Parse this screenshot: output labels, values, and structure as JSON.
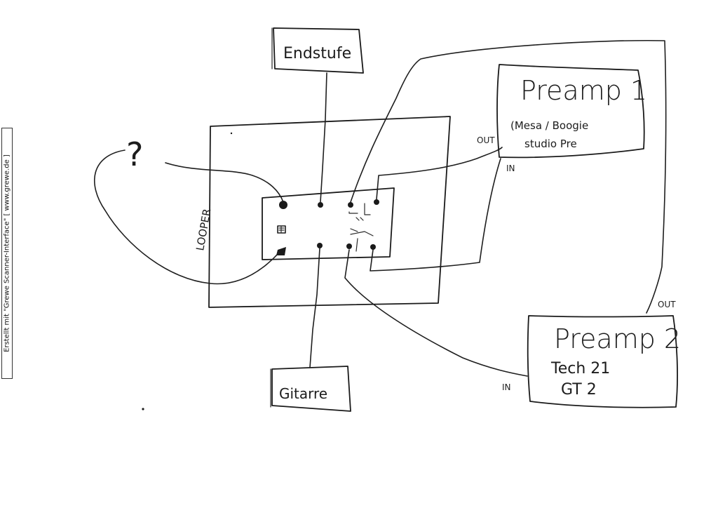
{
  "labels": {
    "endstufe": "Endstufe",
    "gitarre": "Gitarre",
    "looper": "LOOPER",
    "question_mark": "?",
    "preamp1_title": "Preamp 1",
    "preamp1_line1": "(Mesa / Boogie",
    "preamp1_line2": "studio Pre",
    "preamp1_out": "OUT",
    "preamp1_in": "IN",
    "preamp2_title": "Preamp 2",
    "preamp2_line1": "Tech 21",
    "preamp2_line2": "GT 2",
    "preamp2_out": "OUT",
    "preamp2_in": "IN"
  },
  "scanner_tag": "Erstellt mit \"Grewe Scanner-Interface\" [ www.grewe.de ]"
}
